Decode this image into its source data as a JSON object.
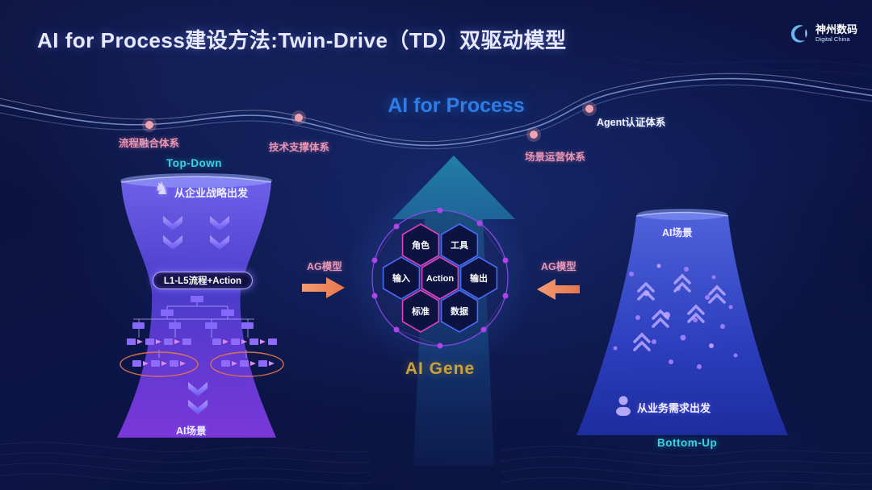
{
  "slide": {
    "title": "AI for Process建设方法:Twin-Drive（TD）双驱动模型"
  },
  "logo": {
    "name": "神州数码",
    "subtitle": "Digital China"
  },
  "wave": {
    "labels": [
      {
        "text": "流程融合体系"
      },
      {
        "text": "技术支撑体系"
      },
      {
        "text": "场景运营体系"
      },
      {
        "text": "Agent认证体系"
      }
    ]
  },
  "center": {
    "heading": "AI for Process",
    "gene_label": "AI Gene",
    "hexagons": [
      "角色",
      "工具",
      "输入",
      "Action",
      "输出",
      "标准",
      "数据"
    ]
  },
  "left_funnel": {
    "approach": "Top-Down",
    "start": "从企业战略出发",
    "process_pill": "L1-L5流程+Action",
    "bottom": "AI场景"
  },
  "right_funnel": {
    "approach": "Bottom-Up",
    "top": "AI场景",
    "start": "从业务需求出发"
  },
  "ag_arrows": {
    "left_label": "AG模型",
    "right_label": "AG模型"
  },
  "colors": {
    "accent_blue": "#2e7de6",
    "pink": "#e896b4",
    "cyan": "#38d2e2",
    "orange": "#ee8a5e",
    "gold": "#c9a23c",
    "purple": "#7a5cf0",
    "background": "#0a1138"
  }
}
